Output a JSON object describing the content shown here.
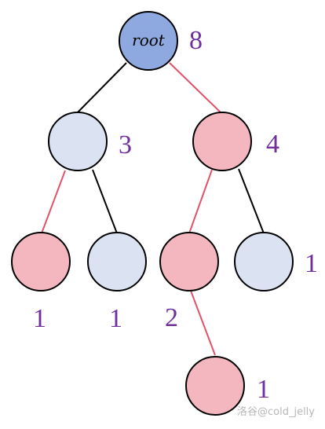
{
  "colors": {
    "root_fill": "#8ea9e0",
    "blue_fill": "#dbe3f3",
    "pink_fill": "#f4b7bf",
    "black_edge": "#000000",
    "red_edge": "#e0526a",
    "label": "#6f2f9f"
  },
  "tree": {
    "root": {
      "text": "root",
      "count": "8"
    },
    "left": {
      "count": "3"
    },
    "right": {
      "count": "4"
    },
    "left_left": {
      "count": "1"
    },
    "left_right": {
      "count": "1"
    },
    "right_left": {
      "count": "2"
    },
    "right_right": {
      "count": "1"
    },
    "right_left_left": {
      "count": "1"
    }
  },
  "watermark": "洛谷@cold_jelly"
}
